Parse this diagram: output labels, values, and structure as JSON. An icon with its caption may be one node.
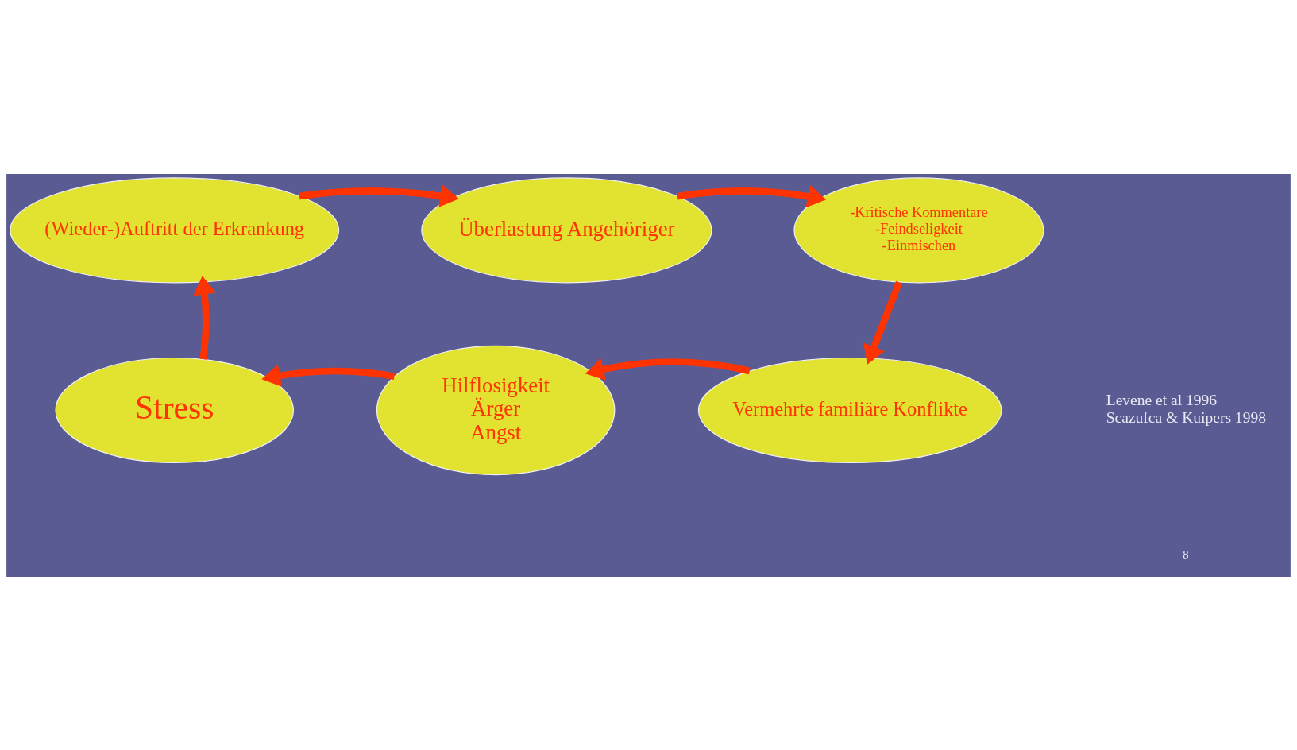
{
  "diagram": {
    "nodes": [
      {
        "text": [
          "Überlastung Angehöriger"
        ]
      },
      {
        "text": [
          "-Kritische Kommentare",
          "-Feindseligkeit",
          "-Einmischen"
        ]
      },
      {
        "text": [
          "Vermehrte familiäre Konflikte"
        ]
      },
      {
        "text": [
          "Hilflosigkeit",
          "Ärger",
          "Angst"
        ]
      },
      {
        "text": [
          "Stress"
        ]
      },
      {
        "text": [
          "(Wieder-)Auftritt der Erkrankung"
        ]
      }
    ],
    "edges": [
      {
        "from": 5,
        "to": 0,
        "arrow": "to"
      },
      {
        "from": 0,
        "to": 1,
        "arrow": "to"
      },
      {
        "from": 1,
        "to": 2,
        "arrow": "to"
      },
      {
        "from": 2,
        "to": 3,
        "arrow": "to"
      },
      {
        "from": 3,
        "to": 4,
        "arrow": "to"
      },
      {
        "from": 4,
        "to": 5,
        "arrow": "to"
      }
    ],
    "labels": [
      "Levene et al 1996",
      "Scazufca & Kuipers 1998",
      "8"
    ]
  }
}
